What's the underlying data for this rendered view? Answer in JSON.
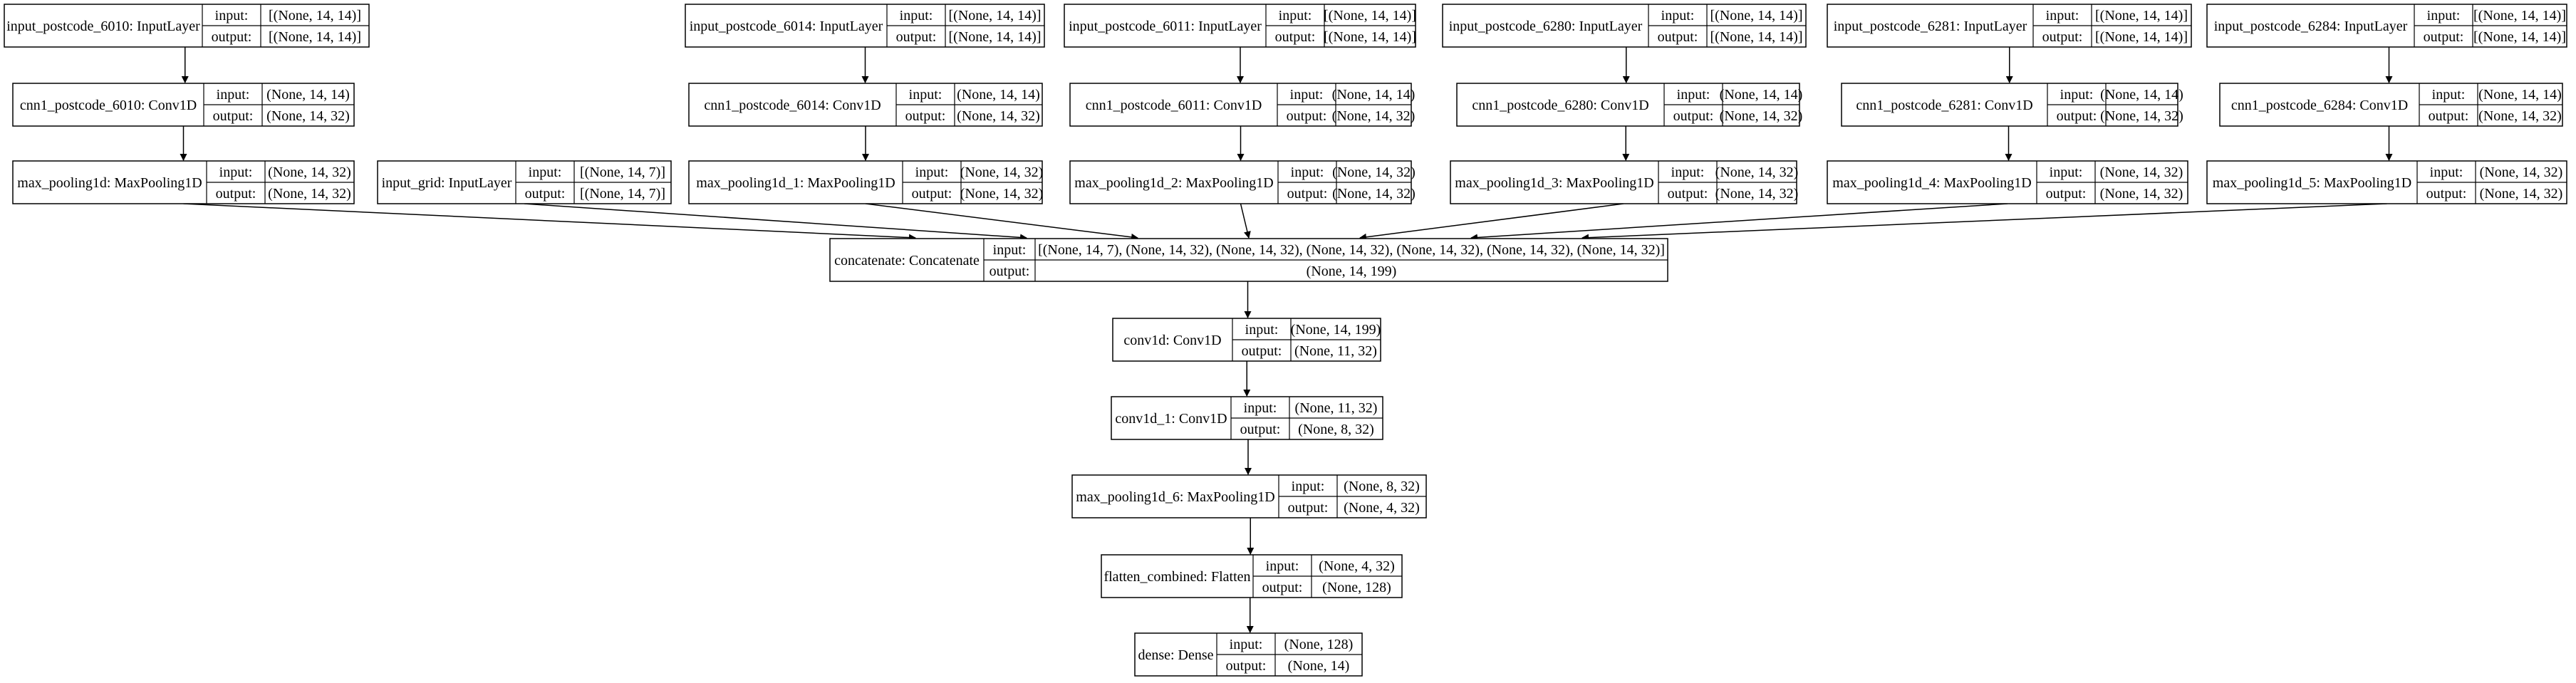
{
  "nodes": {
    "in6010": {
      "label": "input_postcode_6010: InputLayer",
      "input": "[(None, 14, 14)]",
      "output": "[(None, 14, 14)]"
    },
    "in6014": {
      "label": "input_postcode_6014: InputLayer",
      "input": "[(None, 14, 14)]",
      "output": "[(None, 14, 14)]"
    },
    "in6011": {
      "label": "input_postcode_6011: InputLayer",
      "input": "[(None, 14, 14)]",
      "output": "[(None, 14, 14)]"
    },
    "in6280": {
      "label": "input_postcode_6280: InputLayer",
      "input": "[(None, 14, 14)]",
      "output": "[(None, 14, 14)]"
    },
    "in6281": {
      "label": "input_postcode_6281: InputLayer",
      "input": "[(None, 14, 14)]",
      "output": "[(None, 14, 14)]"
    },
    "in6284": {
      "label": "input_postcode_6284: InputLayer",
      "input": "[(None, 14, 14)]",
      "output": "[(None, 14, 14)]"
    },
    "cnn6010": {
      "label": "cnn1_postcode_6010: Conv1D",
      "input": "(None, 14, 14)",
      "output": "(None, 14, 32)"
    },
    "cnn6014": {
      "label": "cnn1_postcode_6014: Conv1D",
      "input": "(None, 14, 14)",
      "output": "(None, 14, 32)"
    },
    "cnn6011": {
      "label": "cnn1_postcode_6011: Conv1D",
      "input": "(None, 14, 14)",
      "output": "(None, 14, 32)"
    },
    "cnn6280": {
      "label": "cnn1_postcode_6280: Conv1D",
      "input": "(None, 14, 14)",
      "output": "(None, 14, 32)"
    },
    "cnn6281": {
      "label": "cnn1_postcode_6281: Conv1D",
      "input": "(None, 14, 14)",
      "output": "(None, 14, 32)"
    },
    "cnn6284": {
      "label": "cnn1_postcode_6284: Conv1D",
      "input": "(None, 14, 14)",
      "output": "(None, 14, 32)"
    },
    "mp0": {
      "label": "max_pooling1d: MaxPooling1D",
      "input": "(None, 14, 32)",
      "output": "(None, 14, 32)"
    },
    "grid": {
      "label": "input_grid: InputLayer",
      "input": "[(None, 14, 7)]",
      "output": "[(None, 14, 7)]"
    },
    "mp1": {
      "label": "max_pooling1d_1: MaxPooling1D",
      "input": "(None, 14, 32)",
      "output": "(None, 14, 32)"
    },
    "mp2": {
      "label": "max_pooling1d_2: MaxPooling1D",
      "input": "(None, 14, 32)",
      "output": "(None, 14, 32)"
    },
    "mp3": {
      "label": "max_pooling1d_3: MaxPooling1D",
      "input": "(None, 14, 32)",
      "output": "(None, 14, 32)"
    },
    "mp4": {
      "label": "max_pooling1d_4: MaxPooling1D",
      "input": "(None, 14, 32)",
      "output": "(None, 14, 32)"
    },
    "mp5": {
      "label": "max_pooling1d_5: MaxPooling1D",
      "input": "(None, 14, 32)",
      "output": "(None, 14, 32)"
    },
    "concat": {
      "label": "concatenate: Concatenate",
      "input": "[(None, 14, 7), (None, 14, 32), (None, 14, 32), (None, 14, 32), (None, 14, 32), (None, 14, 32), (None, 14, 32)]",
      "output": "(None, 14, 199)"
    },
    "conv1d": {
      "label": "conv1d: Conv1D",
      "input": "(None, 14, 199)",
      "output": "(None, 11, 32)"
    },
    "conv1d1": {
      "label": "conv1d_1: Conv1D",
      "input": "(None, 11, 32)",
      "output": "(None, 8, 32)"
    },
    "mp6": {
      "label": "max_pooling1d_6: MaxPooling1D",
      "input": "(None, 8, 32)",
      "output": "(None, 4, 32)"
    },
    "flat": {
      "label": "flatten_combined: Flatten",
      "input": "(None, 4, 32)",
      "output": "(None, 128)"
    },
    "dense": {
      "label": "dense: Dense",
      "input": "(None, 128)",
      "output": "(None, 14)"
    }
  },
  "port_labels": {
    "input": "input:",
    "output": "output:"
  }
}
